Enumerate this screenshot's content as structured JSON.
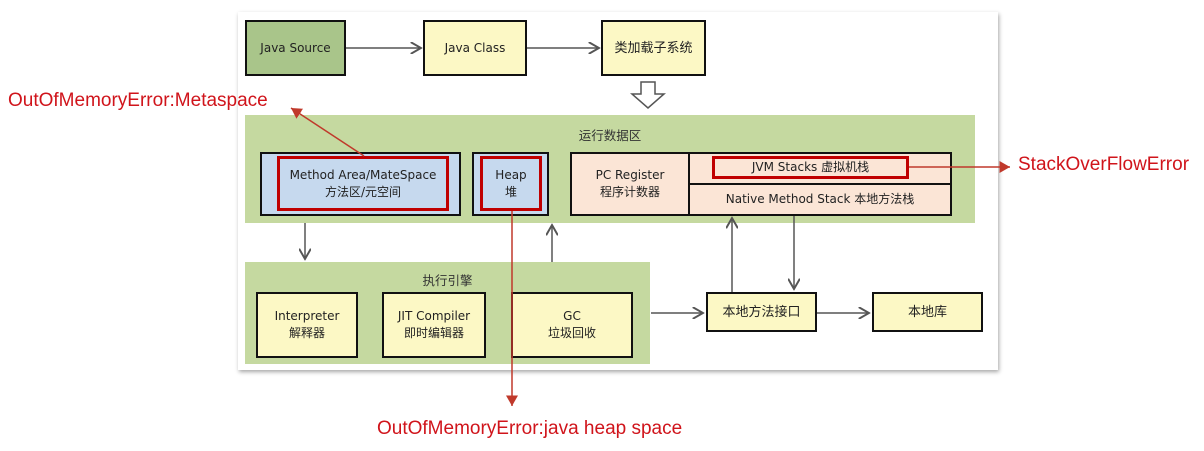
{
  "pipeline": {
    "java_source": "Java Source",
    "java_class": "Java Class",
    "class_loader": "类加载子系统"
  },
  "runtime_data_area": {
    "title": "运行数据区",
    "method_area": {
      "line1": "Method Area/MateSpace",
      "line2": "方法区/元空间"
    },
    "heap": {
      "line1": "Heap",
      "line2": "堆"
    },
    "pc_register": {
      "line1": "PC Register",
      "line2": "程序计数器"
    },
    "jvm_stacks": "JVM Stacks 虚拟机栈",
    "native_method_stack": "Native Method Stack 本地方法栈"
  },
  "execution_engine": {
    "title": "执行引擎",
    "interpreter": {
      "line1": "Interpreter",
      "line2": "解释器"
    },
    "jit": {
      "line1": "JIT Compiler",
      "line2": "即时编辑器"
    },
    "gc": {
      "line1": "GC",
      "line2": "垃圾回收"
    }
  },
  "native_interface": "本地方法接口",
  "native_library": "本地库",
  "errors": {
    "metaspace": "OutOfMemoryError:Metaspace",
    "stack": "StackOverFlowError",
    "heap": "OutOfMemoryError:java heap space"
  },
  "colors": {
    "error_red": "#d0141b",
    "area_green": "#c5d9a0"
  }
}
